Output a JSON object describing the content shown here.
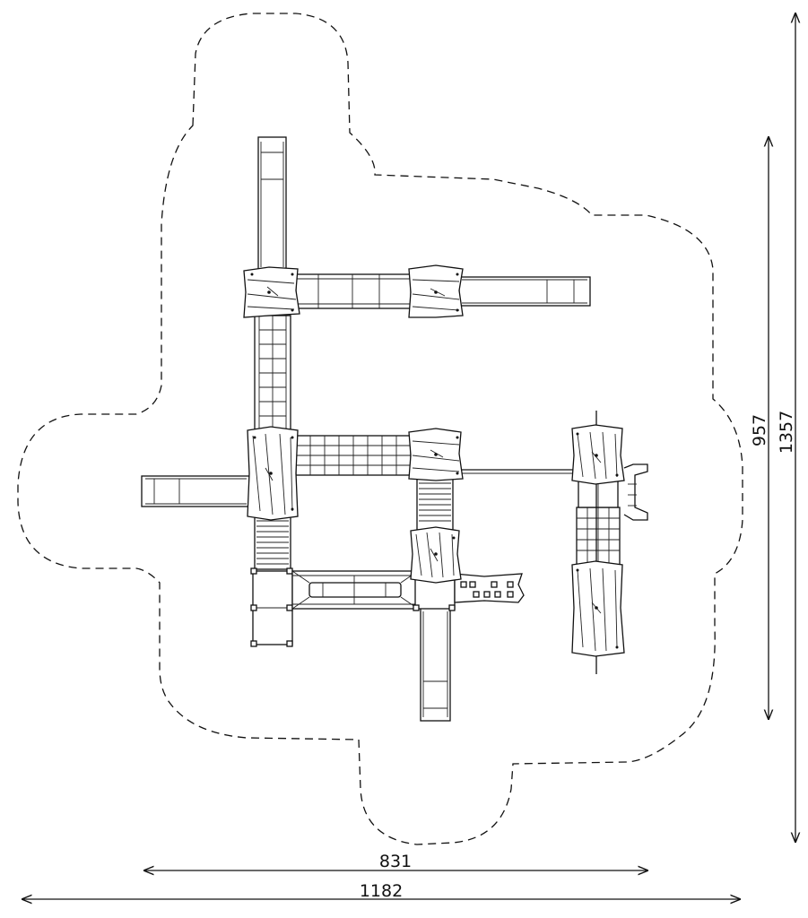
{
  "dimensions": {
    "inner_width": "831",
    "outer_width": "1182",
    "inner_height": "957",
    "outer_height": "1357"
  },
  "colors": {
    "line": "#111111",
    "background": "#ffffff"
  }
}
